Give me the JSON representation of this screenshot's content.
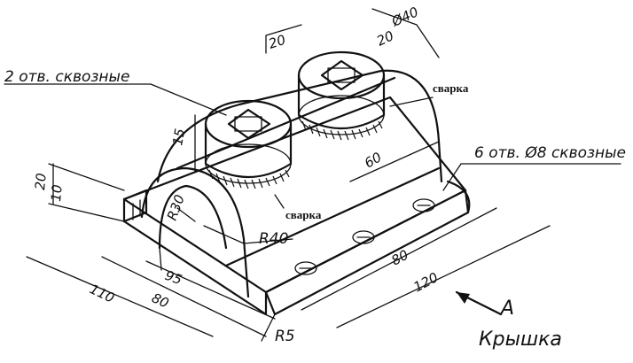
{
  "notes": {
    "holes_through": "2 отв. сквозные",
    "holes_diam_through": "6 отв. Ø8 сквозные",
    "weld_1": "сварка",
    "weld_2": "сварка"
  },
  "dimensions": {
    "d20_top": "20",
    "d20_top2": "20",
    "d40": "Ø40",
    "d15": "15",
    "d60": "60",
    "d20_left": "20",
    "d10_left": "10",
    "r30": "R30",
    "r40": "R40",
    "d95": "95",
    "d110": "110",
    "d80_bottom": "80",
    "d80_right": "80",
    "d120": "120",
    "r5": "R5"
  },
  "view": {
    "arrow_letter": "A",
    "part_name": "Крышка"
  }
}
